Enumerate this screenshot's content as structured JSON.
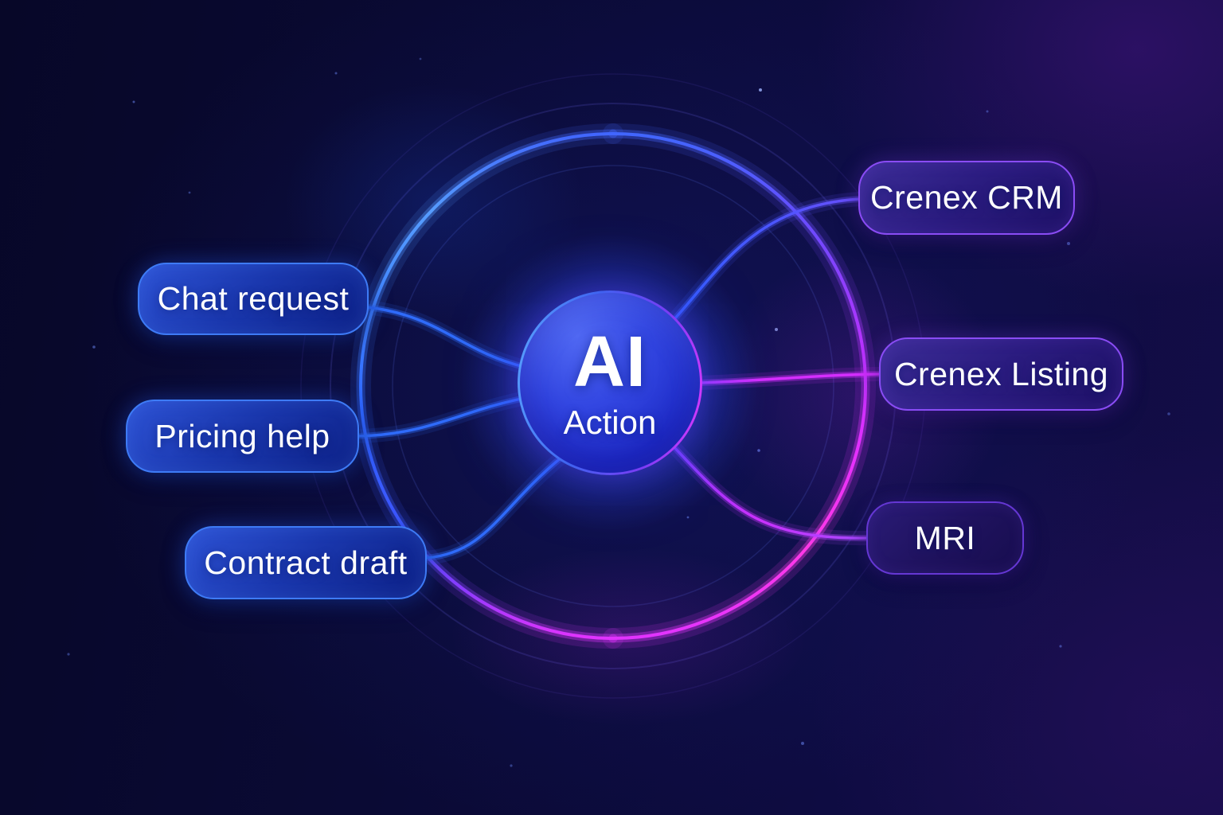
{
  "diagram": {
    "center": {
      "title": "AI",
      "subtitle": "Action"
    },
    "inputs": [
      {
        "label": "Chat request"
      },
      {
        "label": "Pricing help"
      },
      {
        "label": "Contract draft"
      }
    ],
    "outputs": [
      {
        "label": "Crenex CRM"
      },
      {
        "label": "Crenex Listing"
      },
      {
        "label": "MRI"
      }
    ]
  },
  "colors": {
    "background": "#0a0a34",
    "accent_blue": "#2e6bff",
    "accent_cyan_blue": "#55a0ff",
    "accent_magenta": "#d42eff",
    "input_node_border": "#3e7bf6",
    "input_node_fill": "#1a37ad",
    "output_node_border": "#8a4cf5",
    "output_node_fill": "#2b1c80",
    "text": "#ffffff"
  }
}
